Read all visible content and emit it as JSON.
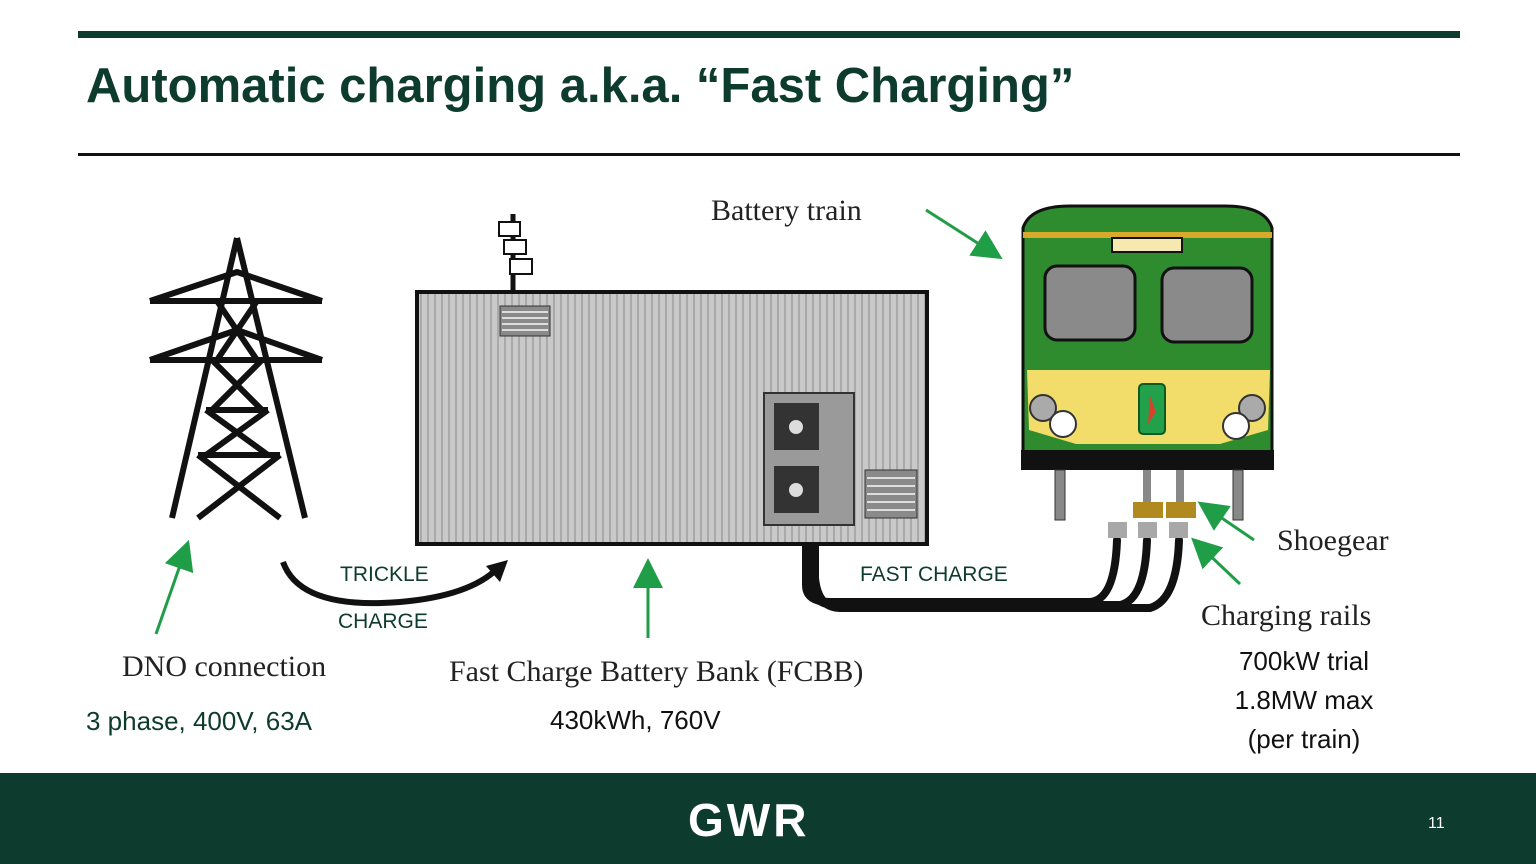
{
  "slide": {
    "title": "Automatic charging a.k.a. “Fast Charging”",
    "page_number": "11",
    "logo": "GWR"
  },
  "labels": {
    "battery_train": "Battery train",
    "trickle": "TRICKLE",
    "charge": "CHARGE",
    "fast_charge": "FAST CHARGE",
    "shoegear": "Shoegear",
    "charging_rails": "Charging rails",
    "dno_connection": "DNO connection",
    "dno_spec": "3 phase, 400V, 63A",
    "fcbb": "Fast Charge Battery Bank (FCBB)",
    "fcbb_spec": "430kWh, 760V",
    "rails_spec_1": "700kW trial",
    "rails_spec_2": "1.8MW max",
    "rails_spec_3": "(per train)"
  },
  "colors": {
    "brand_green": "#0d3b2e",
    "arrow_green": "#1f9e47",
    "train_green": "#2e8b2e",
    "train_yellow": "#f2dc6a",
    "container_grey": "#c8c8c8",
    "shoegear_gold": "#b08a1e"
  },
  "icons": [
    "pylon-icon",
    "container-icon",
    "train-icon",
    "gwr-logo"
  ]
}
